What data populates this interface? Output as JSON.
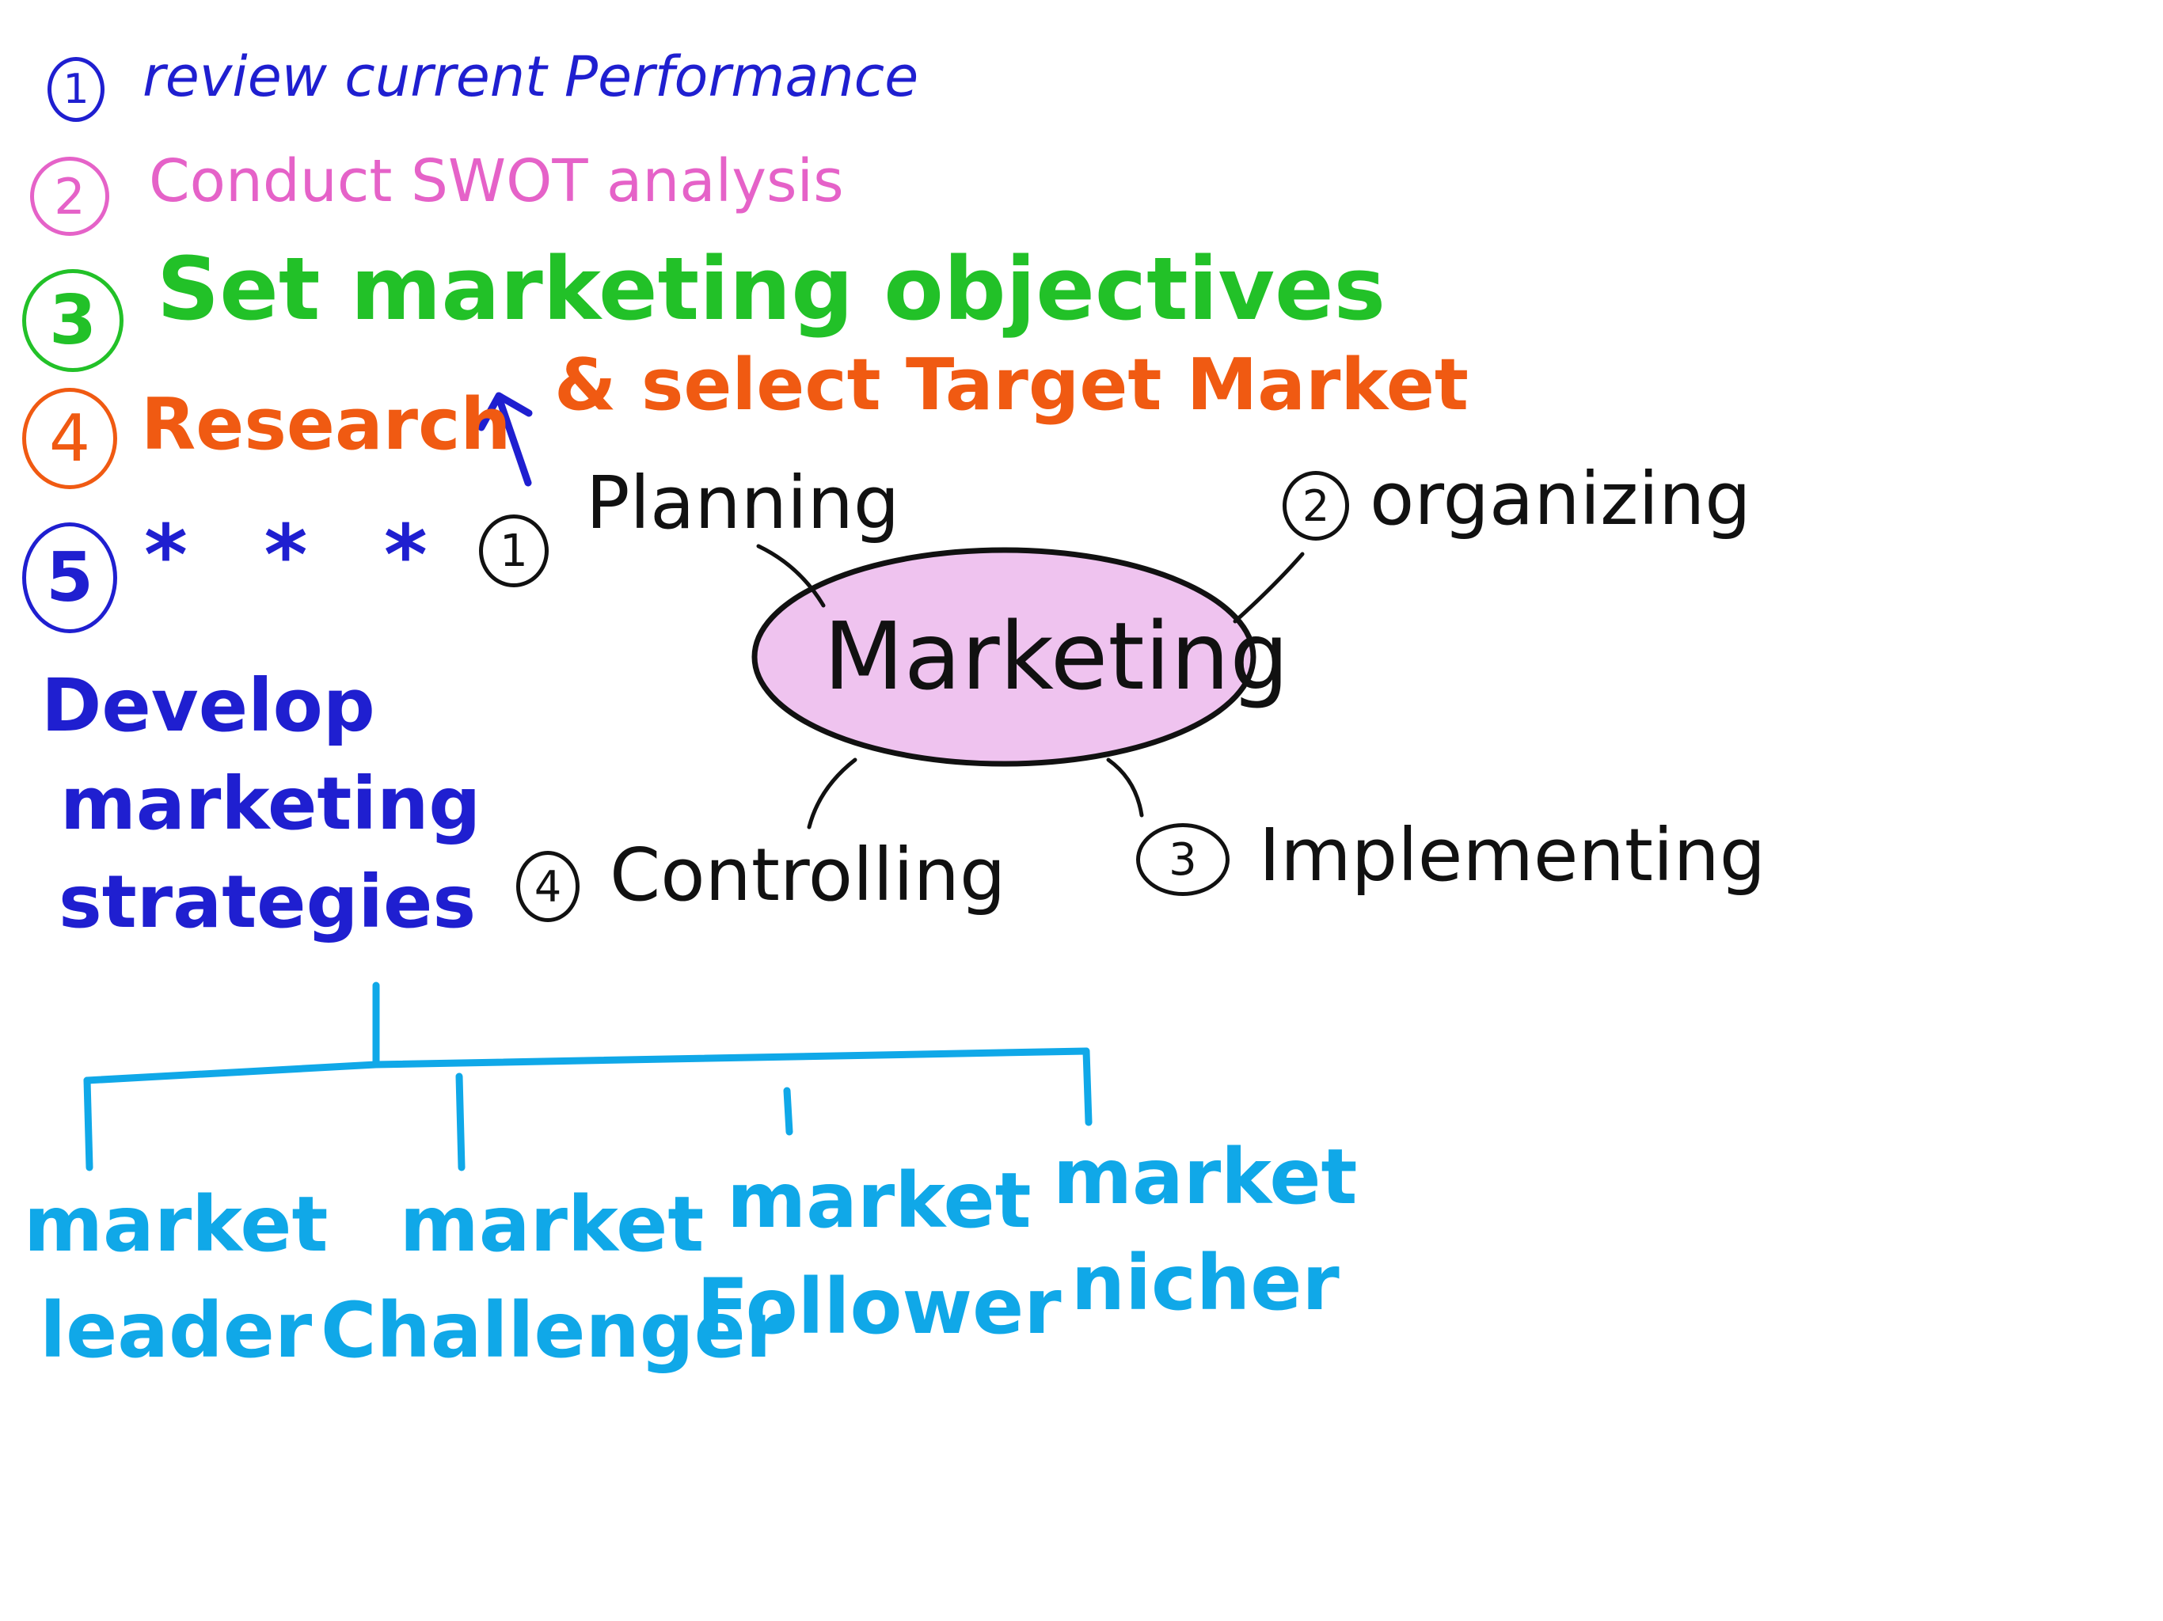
{
  "colors": {
    "step1": "#1f1fd0",
    "step2": "#e562c8",
    "step3": "#22c128",
    "step4": "#f05a12",
    "step5": "#1f1fd0",
    "mindmap": "#111111",
    "center_fill": "#efc3ef",
    "strategies": "#1f1fd0",
    "tree": "#10a8e8"
  },
  "steps": [
    {
      "number": "1",
      "text": "review current Performance"
    },
    {
      "number": "2",
      "text": "Conduct SWOT analysis"
    },
    {
      "number": "3",
      "text": "Set marketing objectives"
    },
    {
      "number": "4",
      "text": "Research"
    },
    {
      "number": "5",
      "text": "* * *"
    }
  ],
  "research_addition": "& select Target Market",
  "strategy_lines": [
    "Develop",
    "marketing",
    "strategies"
  ],
  "center": "Marketing",
  "nodes": [
    {
      "number": "1",
      "label": "Planning"
    },
    {
      "number": "2",
      "label": "organizing"
    },
    {
      "number": "3",
      "label": "Implementing"
    },
    {
      "number": "4",
      "label": "Controlling"
    }
  ],
  "strategy_types": [
    {
      "line1": "market",
      "line2": "leader"
    },
    {
      "line1": "market",
      "line2": "Challenger"
    },
    {
      "line1": "market",
      "line2": "Follower"
    },
    {
      "line1": "market",
      "line2": "nicher"
    }
  ]
}
